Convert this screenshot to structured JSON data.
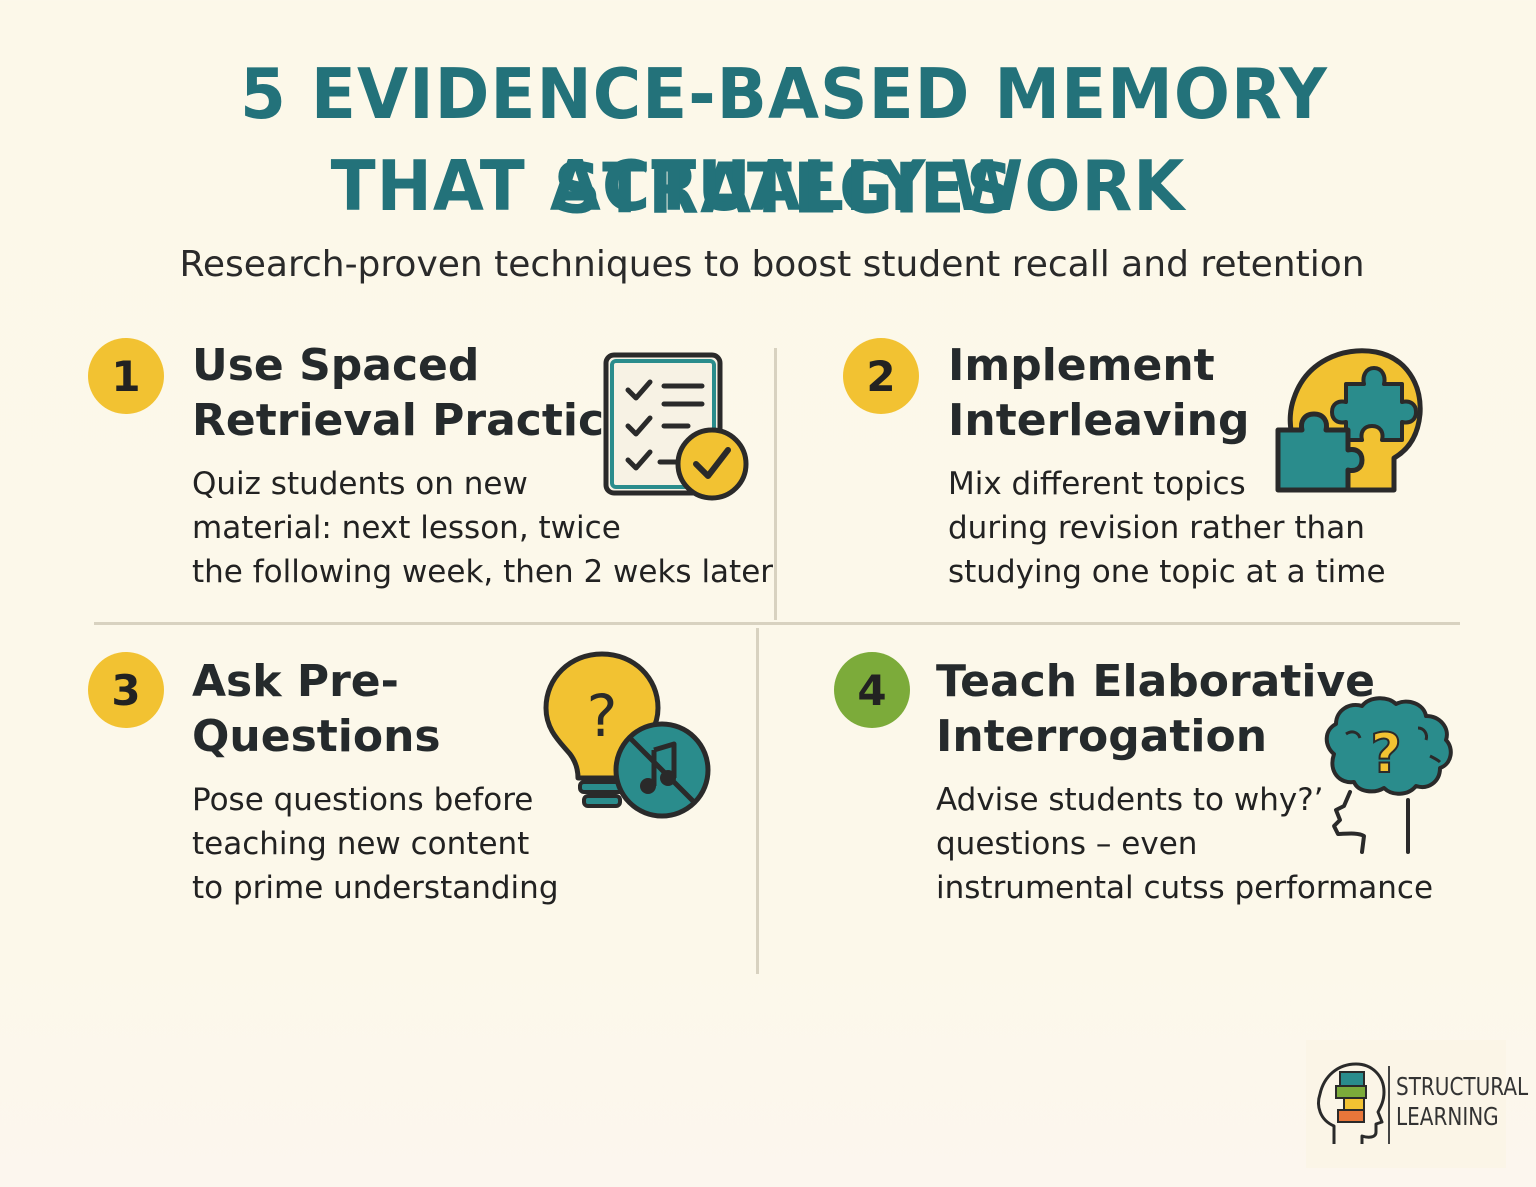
{
  "header": {
    "title_line1": "5 EVIDENCE-BASED MEMORY STRATEGIES",
    "title_line2": "THAT ACTUALLY WORK",
    "subtitle": "Research-proven techniques to boost student recall and retention"
  },
  "cards": [
    {
      "number": "1",
      "title": "Use Spaced\nRetrieval Practice",
      "body": "Quiz students on new\nmaterial: next lesson, twice\nthe following week, then 2 weks later",
      "icon": "checklist-icon"
    },
    {
      "number": "2",
      "title": "Implement\nInterleaving",
      "body": "Mix different topics\nduring revision rather than\nstudying one topic at a time",
      "icon": "puzzle-head-icon"
    },
    {
      "number": "3",
      "title": "Ask Pre-\nQuestions",
      "body": "Pose questions before\nteaching new content\nto prime understanding",
      "icon": "lightbulb-no-music-icon"
    },
    {
      "number": "4",
      "title": "Teach Elaborative\nInterrogation",
      "body": "Advise students to why?’\nquestions – even\ninstrumental cutss performance",
      "icon": "brain-question-icon"
    }
  ],
  "logo": {
    "line1": "STRUCTURAL",
    "line2": "LEARNING"
  },
  "colors": {
    "title": "#23727a",
    "badge_yellow": "#f2c232",
    "badge_green": "#7cab3a",
    "teal": "#2a8c8c",
    "background": "#fcf8e9"
  }
}
